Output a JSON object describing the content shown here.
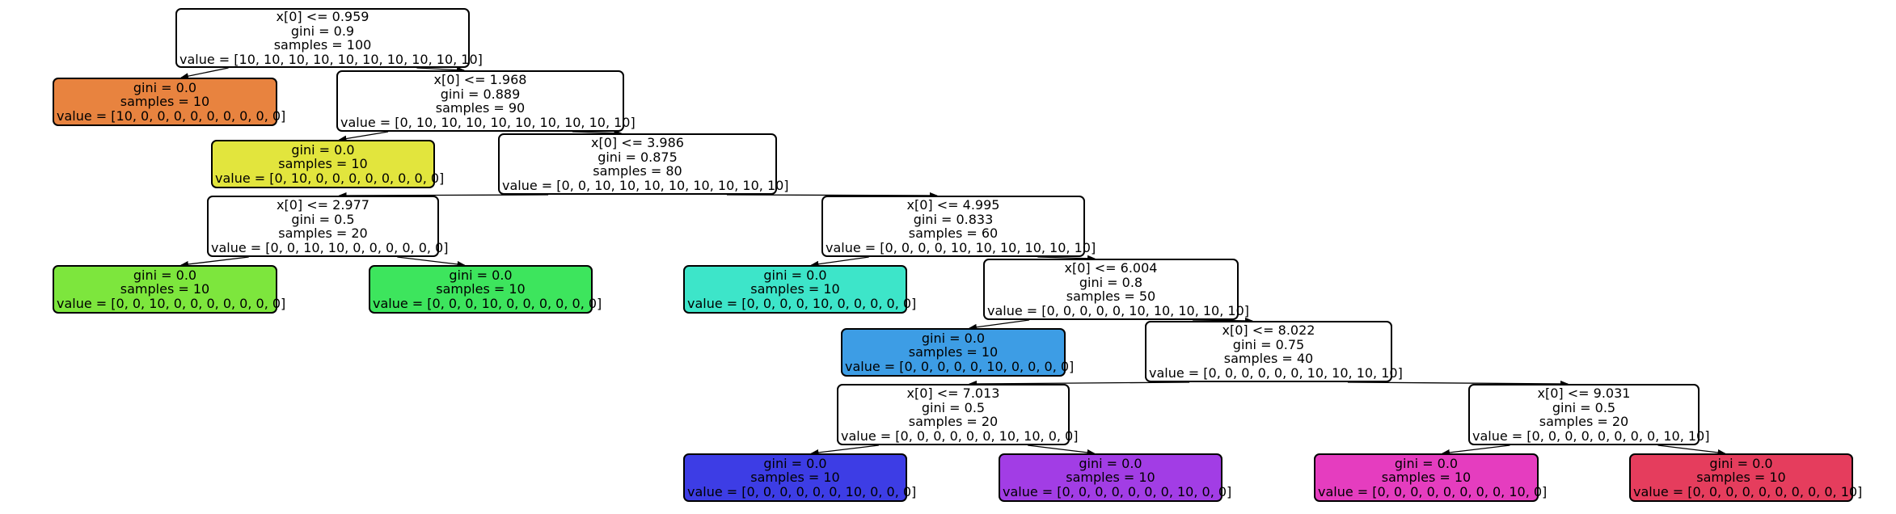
{
  "tree": {
    "nodes": [
      {
        "id": "n0",
        "color": "#ffffff",
        "lines": [
          "x[0] <= 0.959",
          "gini = 0.9",
          "samples = 100",
          "value = [10, 10, 10, 10, 10, 10, 10, 10, 10, 10]"
        ]
      },
      {
        "id": "n1",
        "color": "#e8833f",
        "lines": [
          "gini = 0.0",
          "samples = 10",
          "value = [10, 0, 0, 0, 0, 0, 0, 0, 0, 0]"
        ]
      },
      {
        "id": "n2",
        "color": "#ffffff",
        "lines": [
          "x[0] <= 1.968",
          "gini = 0.889",
          "samples = 90",
          "value = [0, 10, 10, 10, 10, 10, 10, 10, 10, 10]"
        ]
      },
      {
        "id": "n3",
        "color": "#e2e53d",
        "lines": [
          "gini = 0.0",
          "samples = 10",
          "value = [0, 10, 0, 0, 0, 0, 0, 0, 0, 0]"
        ]
      },
      {
        "id": "n4",
        "color": "#ffffff",
        "lines": [
          "x[0] <= 3.986",
          "gini = 0.875",
          "samples = 80",
          "value = [0, 0, 10, 10, 10, 10, 10, 10, 10, 10]"
        ]
      },
      {
        "id": "n5",
        "color": "#ffffff",
        "lines": [
          "x[0] <= 2.977",
          "gini = 0.5",
          "samples = 20",
          "value = [0, 0, 10, 10, 0, 0, 0, 0, 0, 0]"
        ]
      },
      {
        "id": "n6",
        "color": "#7de63d",
        "lines": [
          "gini = 0.0",
          "samples = 10",
          "value = [0, 0, 10, 0, 0, 0, 0, 0, 0, 0]"
        ]
      },
      {
        "id": "n7",
        "color": "#3de55d",
        "lines": [
          "gini = 0.0",
          "samples = 10",
          "value = [0, 0, 0, 10, 0, 0, 0, 0, 0, 0]"
        ]
      },
      {
        "id": "n8",
        "color": "#ffffff",
        "lines": [
          "x[0] <= 4.995",
          "gini = 0.833",
          "samples = 60",
          "value = [0, 0, 0, 0, 10, 10, 10, 10, 10, 10]"
        ]
      },
      {
        "id": "n9",
        "color": "#3de5c9",
        "lines": [
          "gini = 0.0",
          "samples = 10",
          "value = [0, 0, 0, 0, 10, 0, 0, 0, 0, 0]"
        ]
      },
      {
        "id": "n10",
        "color": "#ffffff",
        "lines": [
          "x[0] <= 6.004",
          "gini = 0.8",
          "samples = 50",
          "value = [0, 0, 0, 0, 0, 10, 10, 10, 10, 10]"
        ]
      },
      {
        "id": "n11",
        "color": "#3d9de5",
        "lines": [
          "gini = 0.0",
          "samples = 10",
          "value = [0, 0, 0, 0, 0, 10, 0, 0, 0, 0]"
        ]
      },
      {
        "id": "n12",
        "color": "#ffffff",
        "lines": [
          "x[0] <= 8.022",
          "gini = 0.75",
          "samples = 40",
          "value = [0, 0, 0, 0, 0, 0, 10, 10, 10, 10]"
        ]
      },
      {
        "id": "n13",
        "color": "#ffffff",
        "lines": [
          "x[0] <= 7.013",
          "gini = 0.5",
          "samples = 20",
          "value = [0, 0, 0, 0, 0, 0, 10, 10, 0, 0]"
        ]
      },
      {
        "id": "n14",
        "color": "#3d3de5",
        "lines": [
          "gini = 0.0",
          "samples = 10",
          "value = [0, 0, 0, 0, 0, 0, 10, 0, 0, 0]"
        ]
      },
      {
        "id": "n15",
        "color": "#a23de5",
        "lines": [
          "gini = 0.0",
          "samples = 10",
          "value = [0, 0, 0, 0, 0, 0, 0, 10, 0, 0]"
        ]
      },
      {
        "id": "n16",
        "color": "#ffffff",
        "lines": [
          "x[0] <= 9.031",
          "gini = 0.5",
          "samples = 20",
          "value = [0, 0, 0, 0, 0, 0, 0, 0, 10, 10]"
        ]
      },
      {
        "id": "n17",
        "color": "#e53dbf",
        "lines": [
          "gini = 0.0",
          "samples = 10",
          "value = [0, 0, 0, 0, 0, 0, 0, 0, 10, 0]"
        ]
      },
      {
        "id": "n18",
        "color": "#e53d5d",
        "lines": [
          "gini = 0.0",
          "samples = 10",
          "value = [0, 0, 0, 0, 0, 0, 0, 0, 0, 10]"
        ]
      }
    ],
    "edges": [
      [
        "n0",
        "n1"
      ],
      [
        "n0",
        "n2"
      ],
      [
        "n2",
        "n3"
      ],
      [
        "n2",
        "n4"
      ],
      [
        "n4",
        "n5"
      ],
      [
        "n4",
        "n8"
      ],
      [
        "n5",
        "n6"
      ],
      [
        "n5",
        "n7"
      ],
      [
        "n8",
        "n9"
      ],
      [
        "n8",
        "n10"
      ],
      [
        "n10",
        "n11"
      ],
      [
        "n10",
        "n12"
      ],
      [
        "n12",
        "n13"
      ],
      [
        "n12",
        "n16"
      ],
      [
        "n13",
        "n14"
      ],
      [
        "n13",
        "n15"
      ],
      [
        "n16",
        "n17"
      ],
      [
        "n16",
        "n18"
      ]
    ]
  }
}
